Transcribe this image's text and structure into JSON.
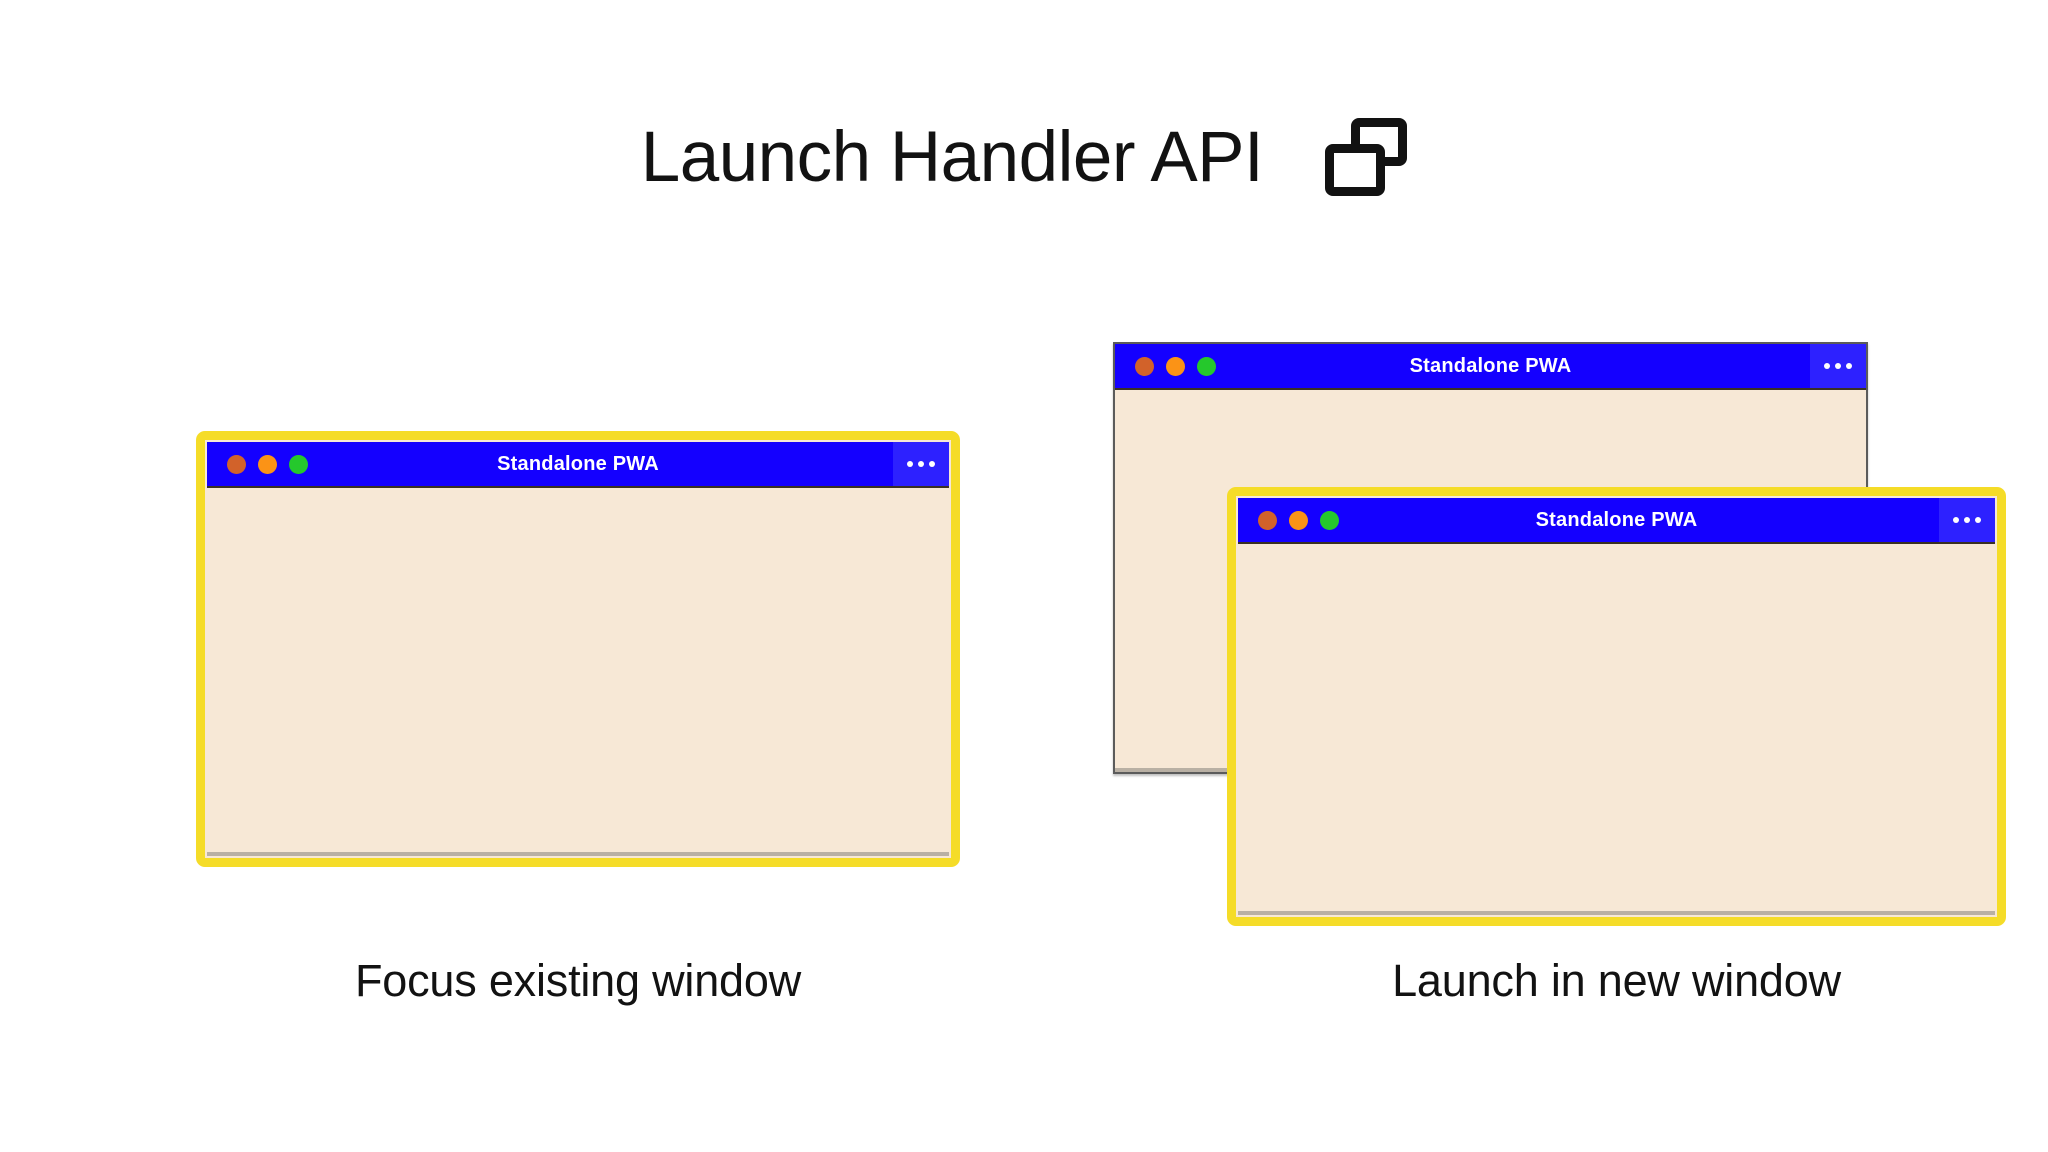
{
  "slide": {
    "title": "Launch Handler API",
    "title_icon": "multi-window-icon",
    "background_color": "#ffffff"
  },
  "theme": {
    "titlebar_blue": "#1400ff",
    "menu_blue": "#2d21ff",
    "window_body_cream": "#f7e8d6",
    "highlight_yellow": "#f5dc28",
    "plain_border_gray": "#5b5b5b",
    "text_color": "#121212",
    "traffic_red": "#d2622a",
    "traffic_amber": "#fb9316",
    "traffic_green": "#25c82c"
  },
  "scenarios": [
    {
      "id": "focus-existing-window",
      "caption": "Focus existing window",
      "windows": [
        {
          "id": "win-focus",
          "title": "Standalone PWA",
          "highlighted": true,
          "menu_label": "•••",
          "traffic_lights": [
            "close",
            "minimize",
            "maximize"
          ]
        }
      ]
    },
    {
      "id": "launch-in-new-window",
      "caption": "Launch in new window",
      "windows": [
        {
          "id": "win-back",
          "title": "Standalone PWA",
          "highlighted": false,
          "menu_label": "•••",
          "traffic_lights": [
            "close",
            "minimize",
            "maximize"
          ]
        },
        {
          "id": "win-front",
          "title": "Standalone PWA",
          "highlighted": true,
          "menu_label": "•••",
          "traffic_lights": [
            "close",
            "minimize",
            "maximize"
          ]
        }
      ]
    }
  ]
}
